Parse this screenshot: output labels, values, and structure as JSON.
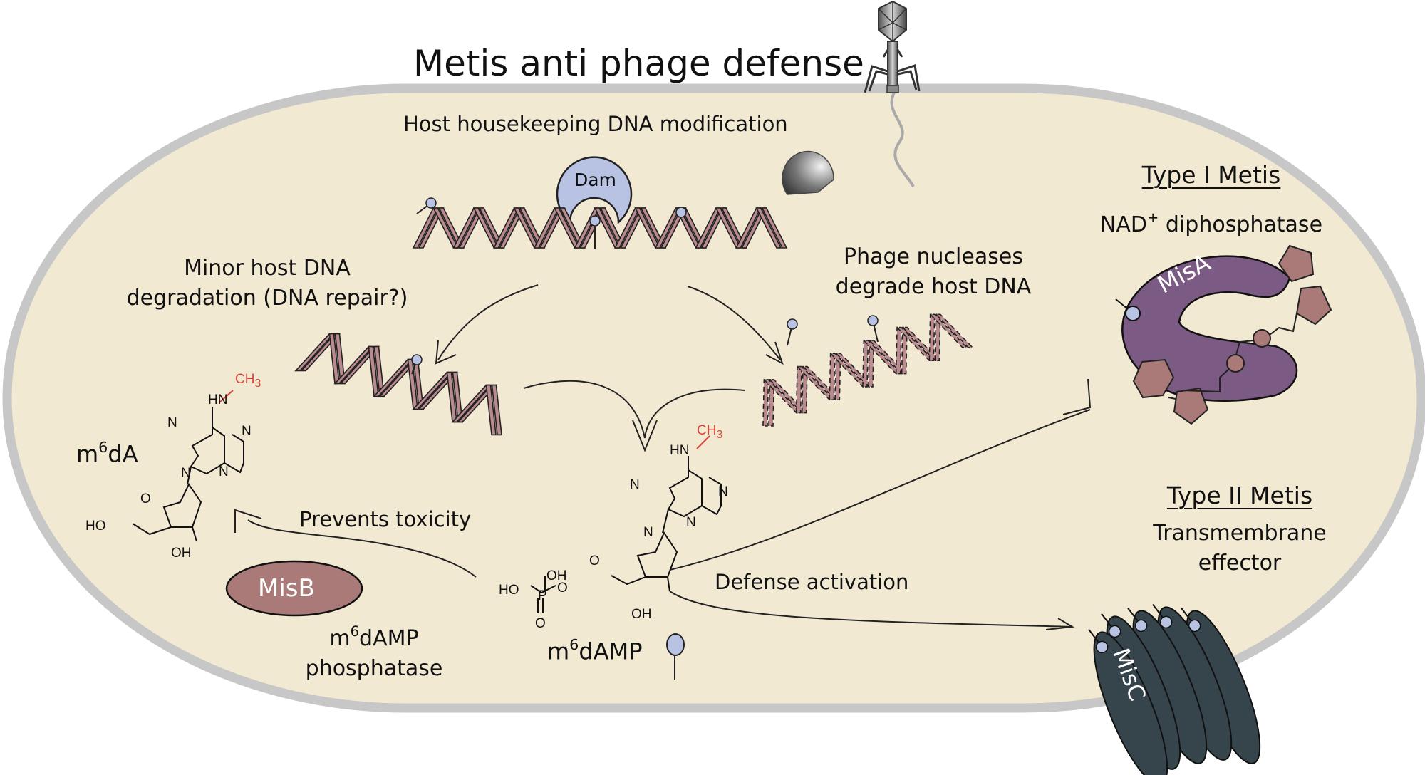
{
  "title": "Metis anti phage defense",
  "labels": {
    "housekeeping": "Host housekeeping DNA modification",
    "dam": "Dam",
    "minor_degradation_line1": "Minor host DNA",
    "minor_degradation_line2": "degradation (DNA repair?)",
    "phage_nucleases_line1": "Phage nucleases",
    "phage_nucleases_line2": "degrade host DNA",
    "type1_heading": "Type I Metis",
    "type1_desc_prefix": "NAD",
    "type1_desc_sup": "+",
    "type1_desc_suffix": " diphosphatase",
    "misa": "MisA",
    "type2_heading": "Type II Metis",
    "type2_desc_line1": "Transmembrane",
    "type2_desc_line2": "effector",
    "misc": "MisC",
    "m6da_prefix": "m",
    "m6da_sup": "6",
    "m6da_suffix": "dA",
    "prevents_toxicity": "Prevents toxicity",
    "misb": "MisB",
    "misb_desc_prefix": "m",
    "misb_desc_sup": "6",
    "misb_desc_suffix": "dAMP",
    "misb_desc_line2": "phosphatase",
    "defense_activation": "Defense activation",
    "m6damp_prefix": "m",
    "m6damp_sup": "6",
    "m6damp_suffix": "dAMP"
  },
  "chem": {
    "ch3": "CH",
    "ch3_sub": "3",
    "hn": "HN",
    "n": "N",
    "o": "O",
    "ho": "HO",
    "oh": "OH",
    "p": "P"
  },
  "colors": {
    "cytoplasm": "#f2e9d3",
    "membrane": "#c6c7c6",
    "dna": "#b98a8e",
    "dam": "#b8c3e4",
    "methyl_mark": "#b8c3e4",
    "misa": "#7b5a83",
    "misb": "#aa7a78",
    "misc": "#36444b",
    "sugar": "#aa7a78",
    "methyl_text": "#d9443a"
  }
}
